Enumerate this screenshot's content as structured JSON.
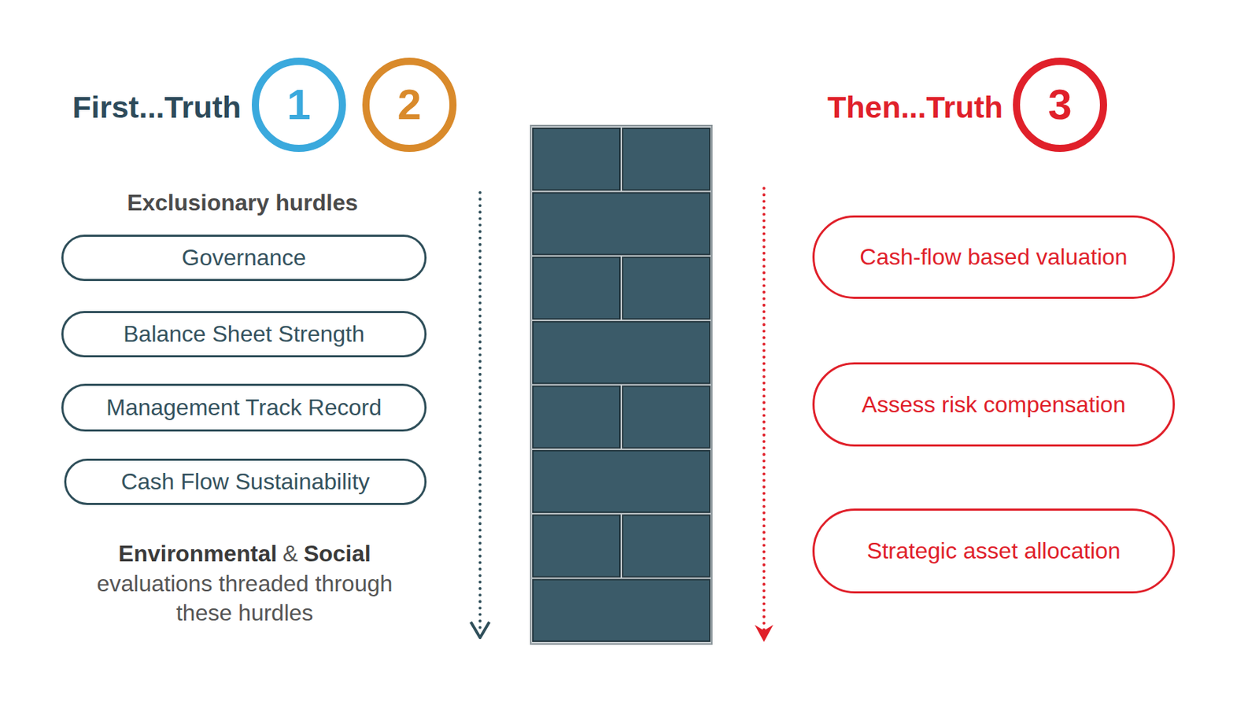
{
  "diagram": {
    "nodes": [
      {
        "text": [
          "1"
        ]
      },
      {
        "text": [
          "2"
        ]
      },
      {
        "text": [
          "3"
        ]
      },
      {
        "text": [
          "Governance"
        ]
      },
      {
        "text": [
          "Balance Sheet Strength"
        ]
      },
      {
        "text": [
          "Management Track Record"
        ]
      },
      {
        "text": [
          "Cash Flow Sustainability"
        ]
      },
      {
        "text": [
          "Cash-flow based valuation"
        ]
      },
      {
        "text": [
          "Assess risk compensation"
        ]
      },
      {
        "text": [
          "Strategic asset allocation"
        ]
      }
    ],
    "labels": [
      "First...Truth",
      "Then...Truth",
      "Exclusionary hurdles",
      "Environmental",
      "&",
      "Social",
      "evaluations threaded through these hurdles"
    ]
  }
}
